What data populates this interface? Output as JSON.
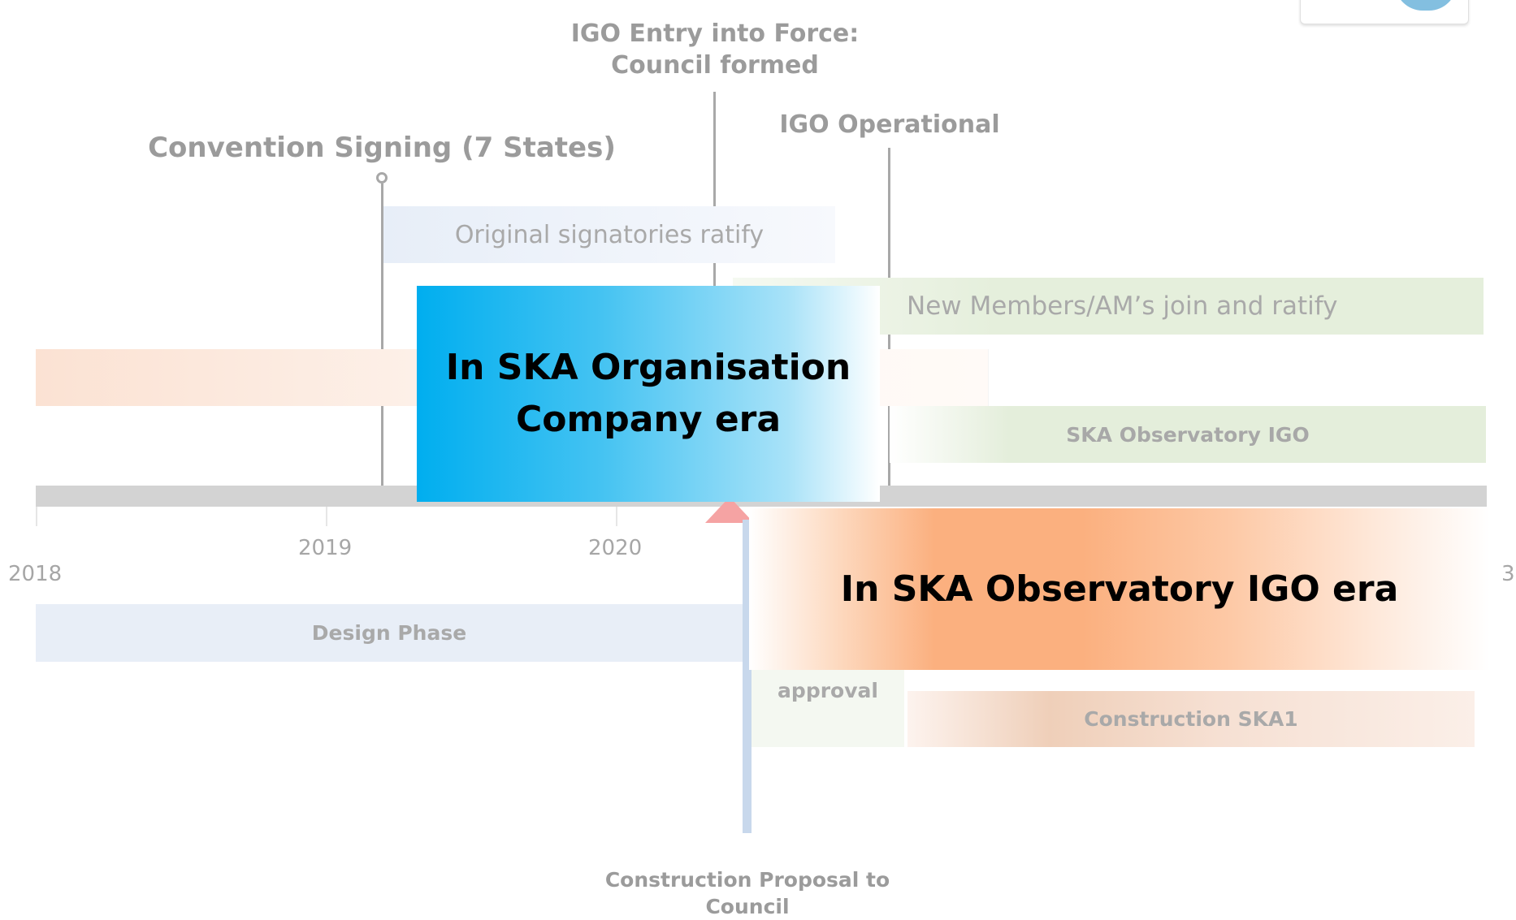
{
  "milestones": {
    "convention_signing": "Convention Signing (7 States)",
    "igo_entry_line1": "IGO Entry into Force:",
    "igo_entry_line2": "Council formed",
    "igo_operational": "IGO Operational",
    "construction_proposal_line1": "Construction Proposal to",
    "construction_proposal_line2": "Council"
  },
  "bars": {
    "original_signatories": "Original signatories ratify",
    "new_members": "New Members/AM’s join and ratify",
    "ska_observatory_igo": "SKA Observatory IGO",
    "design_phase": "Design Phase",
    "approval": "approval",
    "construction_ska1": "Construction SKA1"
  },
  "axis": {
    "years": [
      "2018",
      "2019",
      "2020"
    ],
    "right_edge_label": "3"
  },
  "callouts": {
    "organisation_line1": "In SKA Organisation",
    "organisation_line2": "Company era",
    "observatory": "In SKA Observatory IGO era"
  },
  "colors": {
    "callout_blue": "#00aeef",
    "callout_orange": "#fbb07f",
    "axis_bar": "#d3d3d3",
    "marker": "#f5a3a3"
  }
}
